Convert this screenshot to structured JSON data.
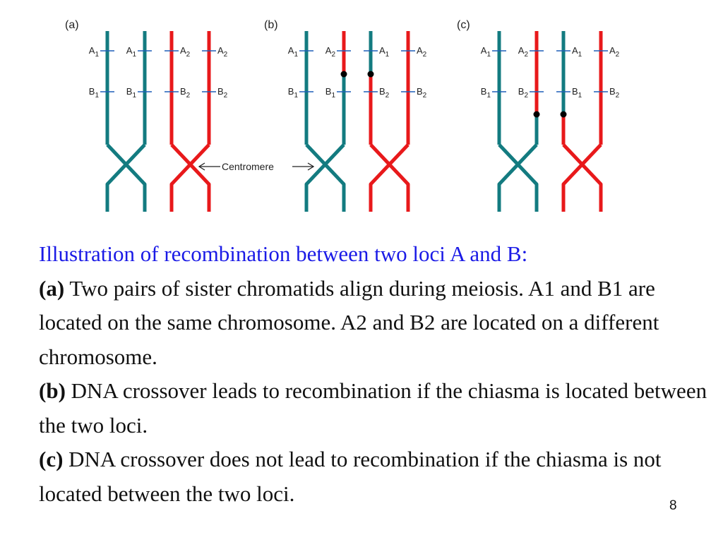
{
  "diagram": {
    "panel_labels": [
      "(a)",
      "(b)",
      "(c)"
    ],
    "centromere_label": "Centromere",
    "colors": {
      "teal": "#137b80",
      "red": "#e8191b",
      "tick": "#1f5fb8",
      "dot": "#000000"
    },
    "panels": [
      {
        "label": "(a)",
        "chromatids": [
          {
            "color": "teal",
            "locus_a": "A1",
            "locus_b": "B1",
            "label_side": "left",
            "junction": null
          },
          {
            "color": "teal",
            "locus_a": "A1",
            "locus_b": "B1",
            "label_side": "left",
            "junction": null
          },
          {
            "color": "red",
            "locus_a": "A2",
            "locus_b": "B2",
            "label_side": "right",
            "junction": null
          },
          {
            "color": "red",
            "locus_a": "A2",
            "locus_b": "B2",
            "label_side": "right",
            "junction": null
          }
        ]
      },
      {
        "label": "(b)",
        "chromatids": [
          {
            "color": "teal",
            "locus_a": "A1",
            "locus_b": "B1",
            "label_side": "left",
            "junction": null
          },
          {
            "color": "teal",
            "locus_a": "A2",
            "locus_b": "B1",
            "label_side": "left",
            "junction": "between",
            "top_color": "red"
          },
          {
            "color": "red",
            "locus_a": "A1",
            "locus_b": "B2",
            "label_side": "right",
            "junction": "between",
            "top_color": "teal"
          },
          {
            "color": "red",
            "locus_a": "A2",
            "locus_b": "B2",
            "label_side": "right",
            "junction": null
          }
        ]
      },
      {
        "label": "(c)",
        "chromatids": [
          {
            "color": "teal",
            "locus_a": "A1",
            "locus_b": "B1",
            "label_side": "left",
            "junction": null
          },
          {
            "color": "teal",
            "locus_a": "A2",
            "locus_b": "B2",
            "label_side": "left",
            "junction": "below",
            "top_color": "red"
          },
          {
            "color": "red",
            "locus_a": "A1",
            "locus_b": "B1",
            "label_side": "right",
            "junction": "below",
            "top_color": "teal"
          },
          {
            "color": "red",
            "locus_a": "A2",
            "locus_b": "B2",
            "label_side": "right",
            "junction": null
          }
        ]
      }
    ]
  },
  "caption": {
    "title": "Illustration of recombination between two loci A and B:",
    "a_label": "(a)",
    "a_text": " Two pairs of sister chromatids align during meiosis.  A1 and B1 are located on the same chromosome.  A2 and B2 are located on a different chromosome.",
    "b_label": "(b)",
    "b_text": " DNA crossover leads to recombination if the chiasma is located between the two loci.",
    "c_label": "(c)",
    "c_text": " DNA crossover does not lead to recombination if the chiasma is not located between the two loci."
  },
  "page_number": "8"
}
